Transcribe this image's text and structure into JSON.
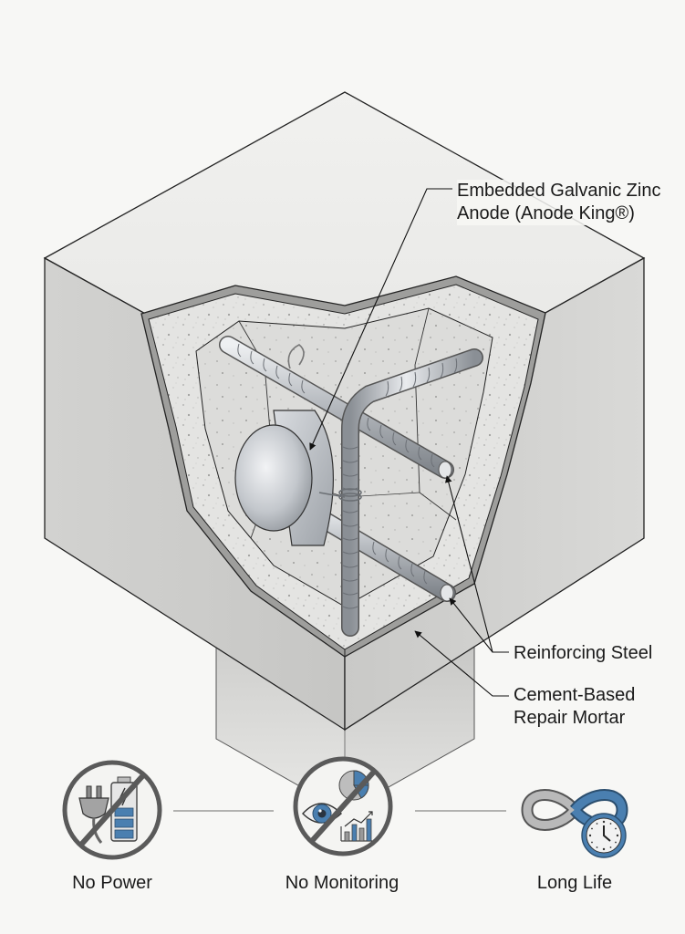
{
  "diagram": {
    "subject": "galvanic-anode-concrete-repair-cutaway",
    "colors": {
      "background": "#f7f7f5",
      "concrete_top": "#ececea",
      "concrete_side_left": "#cfcfcd",
      "concrete_side_right": "#d6d6d4",
      "mortar": "#e4e4e2",
      "mortar_deep": "#d9d9d7",
      "steel": "#b8bcc0",
      "accent_blue": "#4a7fb0",
      "outline": "#1f1f1f"
    }
  },
  "callouts": {
    "anode": "Embedded Galvanic Zinc Anode (Anode King®)",
    "steel": "Reinforcing Steel",
    "mortar": "Cement-Based Repair Mortar"
  },
  "benefits": [
    {
      "label": "No Power",
      "icon": "no-power-icon"
    },
    {
      "label": "No Monitoring",
      "icon": "no-monitoring-icon"
    },
    {
      "label": "Long Life",
      "icon": "long-life-icon"
    }
  ]
}
